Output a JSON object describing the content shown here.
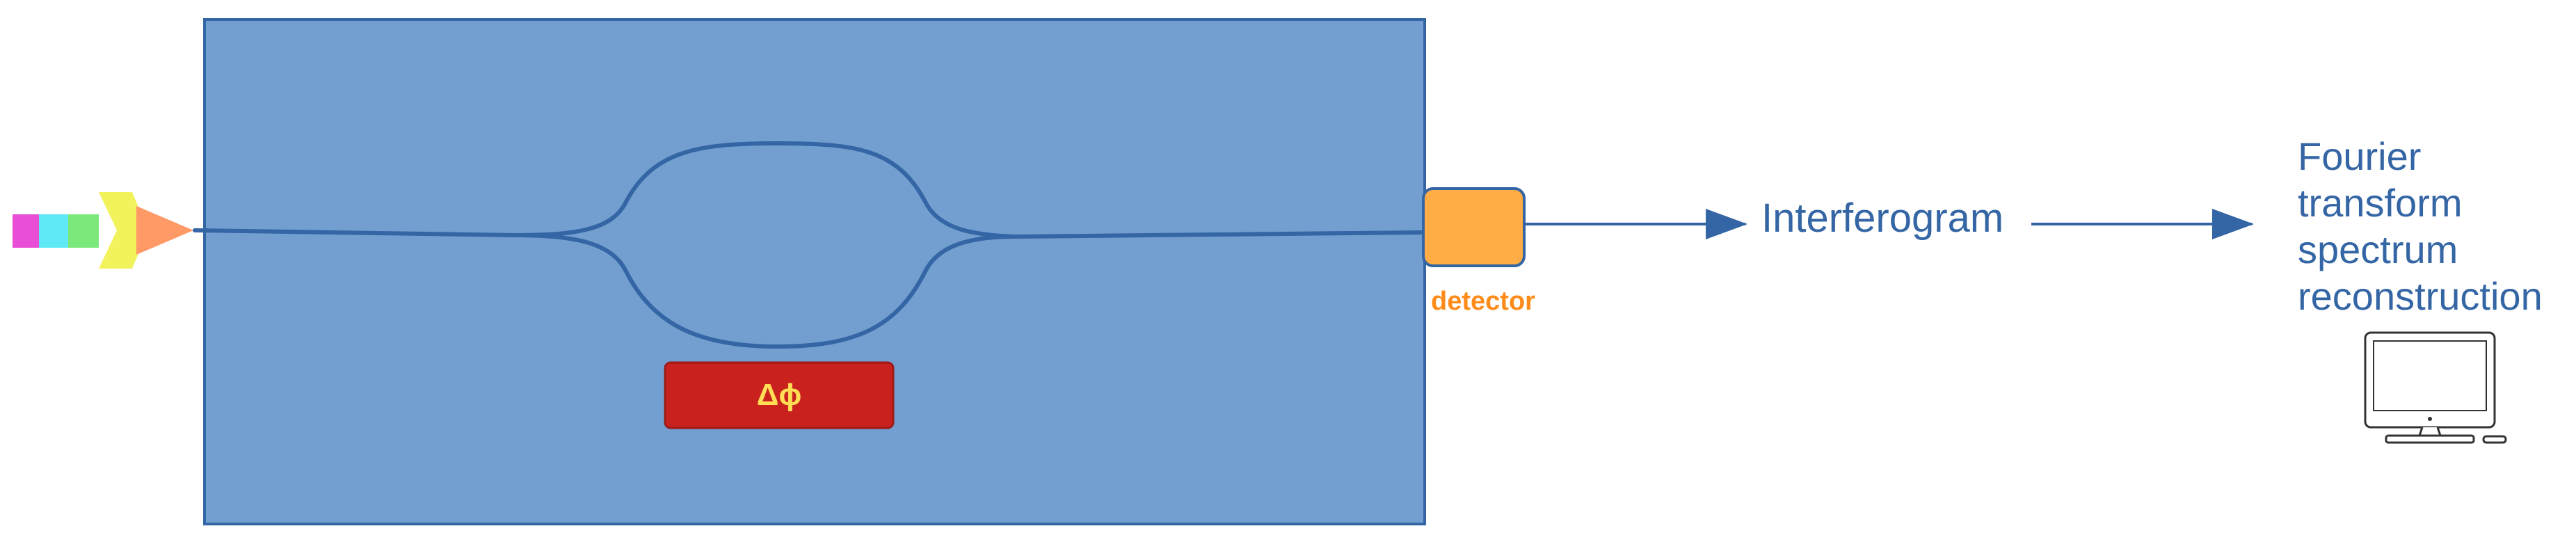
{
  "colors": {
    "chip_fill": "#729fcf",
    "chip_border": "#3465a4",
    "waveguide": "#3465a4",
    "phase_fill": "#c9211e",
    "phase_text": "#ffdd55",
    "detector_fill": "#ffad44",
    "detector_label": "#ff8c1a",
    "arrow": "#3465a4",
    "text": "#3465a4",
    "computer": "#333333"
  },
  "source": {
    "name": "light-source",
    "colors": [
      "#e84fd6",
      "#5ee8f5",
      "#7be87b",
      "#f2f25c",
      "#ff9966"
    ]
  },
  "phase_shifter": {
    "label": "Δϕ"
  },
  "detector": {
    "label": "detector"
  },
  "interferogram": {
    "label": "Interferogram"
  },
  "reconstruction": {
    "lines": [
      "Fourier",
      "transform",
      "spectrum",
      "reconstruction"
    ],
    "icon": "computer-icon"
  }
}
